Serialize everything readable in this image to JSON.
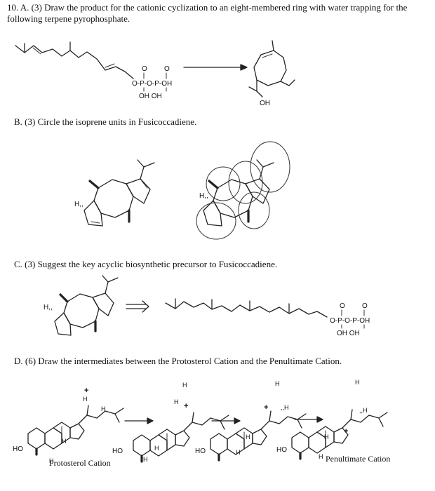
{
  "questions": {
    "a": "10. A. (3) Draw the product for the cationic cyclization to an eight-membered ring with water trapping for the following terpene pyrophosphate.",
    "b": "B. (3) Circle the isoprene units in Fusicoccadiene.",
    "c": "C. (3) Suggest the key acyclic biosynthetic precursor to Fusicoccadiene.",
    "d": "D. (6) Draw the intermediates between the Protosterol Cation and the Penultimate Cation."
  },
  "chem": {
    "o": "O",
    "p": "P",
    "oh": "OH",
    "ho": "HO",
    "h": "H",
    "h_dots": "H,,",
    "h_dots_right": ",,H",
    "plus": "+",
    "pp_chain": "O-P-O-P-OH",
    "pp_bottom": "OH  OH"
  },
  "labels": {
    "protosterol": "Protosterol Cation",
    "penultimate": "Penultimate Cation"
  }
}
